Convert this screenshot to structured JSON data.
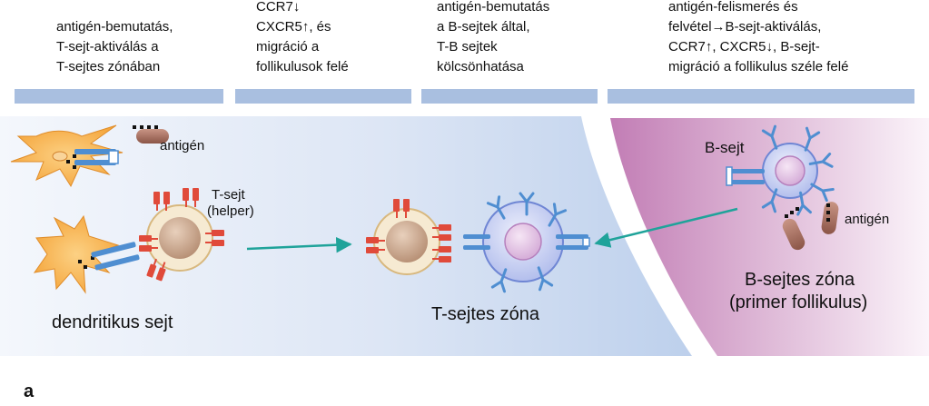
{
  "captions": [
    {
      "lines": [
        "antigén-bemutatás,",
        "T-sejt-aktiválás a",
        "T-sejtes zónában"
      ]
    },
    {
      "lines": [
        "CCR7↓",
        "CXCR5↑, és",
        "migráció a",
        "follikulusok felé"
      ]
    },
    {
      "lines": [
        "antigén-bemutatás",
        "a B-sejtek által,",
        "T-B sejtek",
        "kölcsönhatása"
      ]
    },
    {
      "lines": [
        "antigén-felismerés és",
        "felvétel→B-sejt-aktiválás,",
        "CCR7↑, CXCR5↓, B-sejt-",
        "migráció a follikulus széle felé"
      ]
    }
  ],
  "labels": {
    "antigen_top": "antigén",
    "antigen_right": "antigén",
    "t_cell": "T-sejt",
    "t_cell_sub": "(helper)",
    "b_cell": "B-sejt",
    "dendritic": "dendritikus sejt",
    "t_zone": "T-sejtes zóna",
    "b_zone": "B-sejtes zóna",
    "b_zone_sub": "(primer follikulus)",
    "panel": "a"
  },
  "colors": {
    "header_bar": "#a9bfe0",
    "t_zone_fill": "#c7d6ee",
    "b_zone_fill": "#c98bbd",
    "dendritic_cell": "#f7b04a",
    "t_cell_body": "#f6ead2",
    "t_cell_nucleus": "#c9a486",
    "receptor_red": "#e04a3a",
    "b_cell_body": "#c9d2f3",
    "b_cell_nucleus": "#e6c2e8",
    "b_receptor_blue": "#4f8ed1",
    "arrow": "#1fa39a",
    "antigen": "#b27b6d"
  }
}
